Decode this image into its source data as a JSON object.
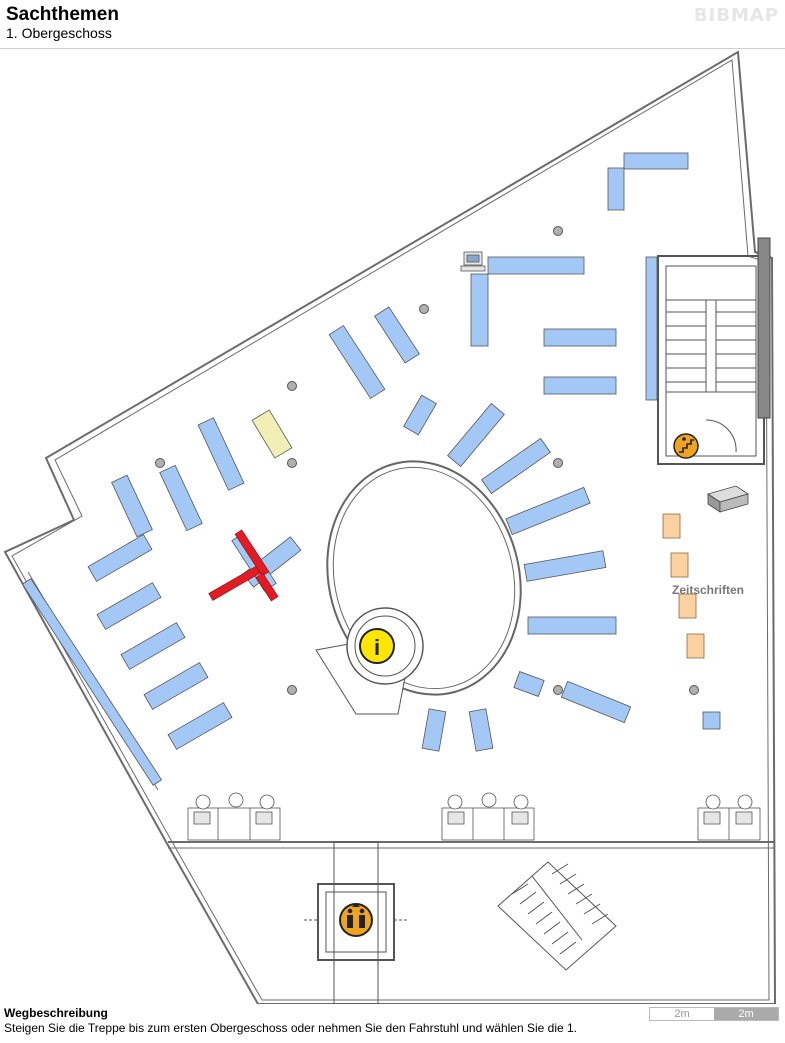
{
  "header": {
    "title": "Sachthemen",
    "subtitle": "1. Obergeschoss",
    "brand": "BIBMAP"
  },
  "map": {
    "info_symbol": "i",
    "magazines_label": "Zeitschriften",
    "icons": [
      "info-icon",
      "elevator-icon",
      "staircase-person-icon",
      "computer-icon",
      "copier-icon"
    ],
    "colors": {
      "shelf": "#a3c8f5",
      "highlight": "#e31b23",
      "magazine": "#fbd1a1",
      "special_table": "#f1efb6",
      "info_bg": "#ffe600"
    }
  },
  "footer": {
    "title": "Wegbeschreibung",
    "text": "Steigen Sie die Treppe bis zum ersten Obergeschoss oder nehmen Sie den Fahrstuhl und wählen Sie die 1.",
    "scale_left": "2m",
    "scale_right": "2m"
  }
}
